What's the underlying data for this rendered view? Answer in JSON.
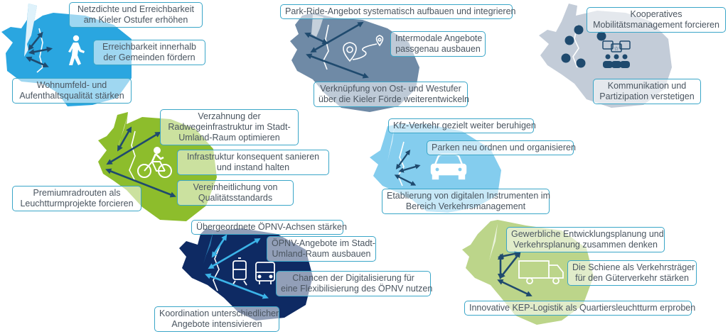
{
  "colors": {
    "fuss": "#2aa6e0",
    "oepnv_ueber": "#6f8aa6",
    "mobilitaet": "#c3ccd8",
    "rad": "#8dbd2c",
    "kfz": "#84cdee",
    "oepnv": "#0e2a63",
    "wirtschaft": "#bcd58a",
    "arrow_dark": "#1f4a6e",
    "arrow_light": "#3cb4e8",
    "box_border": "#3aa6c8",
    "text": "#4a5560"
  },
  "panels": [
    {
      "id": "fussverkehr",
      "icon": "pedestrian-icon",
      "labels": [
        [
          "Netzdichte und Erreichbarkeit",
          "am Kieler Ostufer erhöhen"
        ],
        [
          "Erreichbarkeit innerhalb",
          "der Gemeinden fördern"
        ],
        [
          "Wohnumfeld- und",
          "Aufenthaltsqualität stärken"
        ]
      ]
    },
    {
      "id": "intermodal",
      "icon": "route-pin-icon",
      "labels": [
        [
          "Park-Ride-Angebot systematisch aufbauen und integrieren"
        ],
        [
          "Intermodale Angebote",
          "passgenau ausbauen"
        ],
        [
          "Verknüpfung von Ost- und Westufer",
          "über die Kieler Förde weiterentwickeln"
        ]
      ]
    },
    {
      "id": "mobilitaetsmanagement",
      "icon": "people-rating-icon",
      "labels": [
        [
          "Kooperatives",
          "Mobilitätsmanagement forcieren"
        ],
        [
          "Kommunikation und",
          "Partizipation verstetigen"
        ]
      ]
    },
    {
      "id": "radverkehr",
      "icon": "cyclist-icon",
      "labels": [
        [
          "Verzahnung der",
          "Radwegeinfrastruktur im Stadt-",
          "Umland-Raum optimieren"
        ],
        [
          "Infrastruktur konsequent sanieren",
          "und instand halten"
        ],
        [
          "Vereinheitlichung von",
          "Qualitätsstandards"
        ],
        [
          "Premiumradrouten als",
          "Leuchtturmprojekte forcieren"
        ]
      ]
    },
    {
      "id": "kfz",
      "icon": "car-icon",
      "labels": [
        [
          "Kfz-Verkehr gezielt weiter beruhigen"
        ],
        [
          "Parken neu ordnen und organisieren"
        ],
        [
          "Etablierung von digitalen Instrumenten im",
          "Bereich Verkehrsmanagement"
        ]
      ]
    },
    {
      "id": "oepnv",
      "icon": "tram-bus-icon",
      "labels": [
        [
          "Übergeordnete ÖPNV-Achsen stärken"
        ],
        [
          "ÖPNV-Angebote im Stadt-",
          "Umland-Raum ausbauen"
        ],
        [
          "Chancen der Digitalisierung für",
          "eine Flexibilisierung des ÖPNV nutzen"
        ],
        [
          "Koordination unterschiedlicher",
          "Angebote intensivieren"
        ]
      ]
    },
    {
      "id": "wirtschaftsverkehr",
      "icon": "truck-icon",
      "labels": [
        [
          "Gewerbliche Entwicklungsplanung und",
          "Verkehrsplanung zusammen denken"
        ],
        [
          "Die Schiene als Verkehrsträger",
          "für den Güterverkehr stärken"
        ],
        [
          "Innovative KEP-Logistik als Quartiersleuchtturm erproben"
        ]
      ]
    }
  ]
}
